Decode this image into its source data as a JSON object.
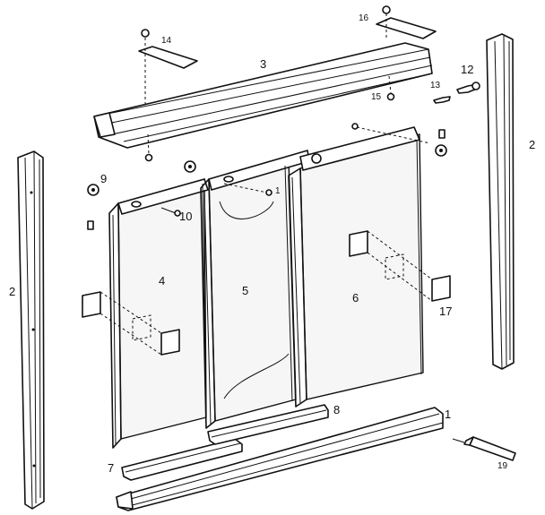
{
  "callouts": [
    {
      "id": "c1",
      "text": "1"
    },
    {
      "id": "c2-left",
      "text": "2"
    },
    {
      "id": "c2-right",
      "text": "2"
    },
    {
      "id": "c3",
      "text": "3"
    },
    {
      "id": "c4",
      "text": "4"
    },
    {
      "id": "c5",
      "text": "5"
    },
    {
      "id": "c6",
      "text": "6"
    },
    {
      "id": "c7",
      "text": "7"
    },
    {
      "id": "c8",
      "text": "8"
    },
    {
      "id": "c9",
      "text": "9"
    },
    {
      "id": "c10",
      "text": "10"
    },
    {
      "id": "c11",
      "text": "1"
    },
    {
      "id": "c12",
      "text": "12"
    },
    {
      "id": "c13",
      "text": "13"
    },
    {
      "id": "c14",
      "text": "14"
    },
    {
      "id": "c15",
      "text": "15"
    },
    {
      "id": "c16",
      "text": "16"
    },
    {
      "id": "c17",
      "text": "17"
    },
    {
      "id": "c19",
      "text": "19"
    }
  ]
}
